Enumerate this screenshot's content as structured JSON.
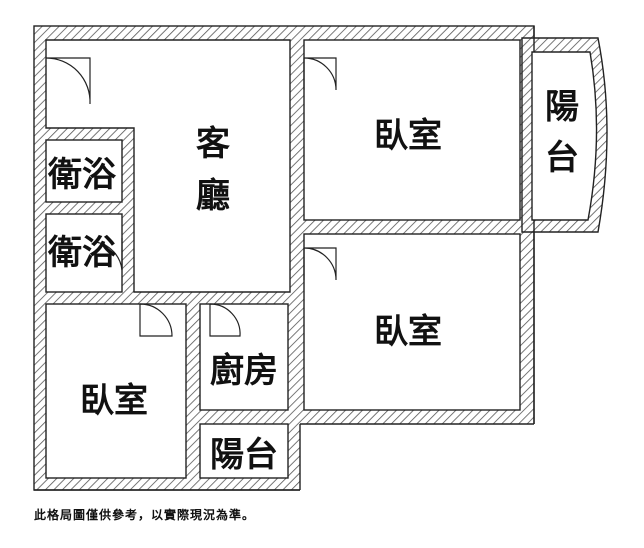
{
  "plan": {
    "rooms": {
      "living": [
        "客",
        "廳"
      ],
      "bedroom_top_right": "臥室",
      "balcony_right": [
        "陽",
        "台"
      ],
      "bath_upper": "衛浴",
      "bath_lower": "衛浴",
      "bedroom_mid_right": "臥室",
      "bedroom_bottom_left": "臥室",
      "kitchen": "廚房",
      "balcony_bottom": "陽台"
    },
    "disclaimer": "此格局圖僅供參考，以實際現況為準。"
  },
  "colors": {
    "wall_hatch": "#555555",
    "wall_fill": "#ffffff",
    "line": "#222222"
  }
}
